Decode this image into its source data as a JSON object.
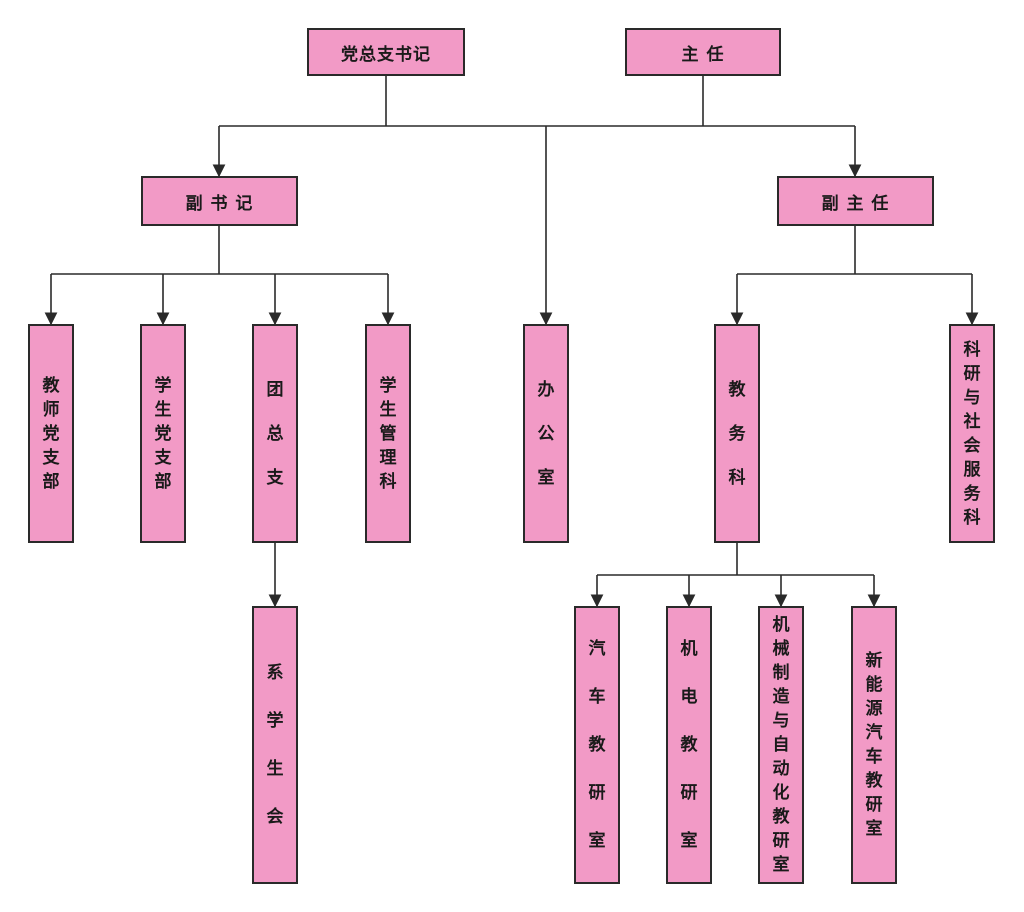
{
  "nodes": {
    "party_secretary": "党总支书记",
    "director": "主 任",
    "deputy_secretary": "副 书 记",
    "deputy_director": "副 主 任",
    "teacher_party_branch": "教师党支部",
    "student_party_branch": "学生党支部",
    "youth_league_branch": "团总支",
    "student_affairs": "学生管理科",
    "office": "办公室",
    "academic_affairs": "教务科",
    "research_social_service": "科研与社会服务科",
    "student_union": "系学生会",
    "auto_teaching_research": "汽车教研室",
    "electromech_teaching_research": "机电教研室",
    "mechanical_automation_teaching_research": "机械制造与自动化教研室",
    "new_energy_auto_teaching_research": "新能源汽车教研室"
  },
  "colors": {
    "box_fill": "#f29ac6",
    "box_border": "#2a2a2a",
    "line": "#2a2a2a"
  }
}
